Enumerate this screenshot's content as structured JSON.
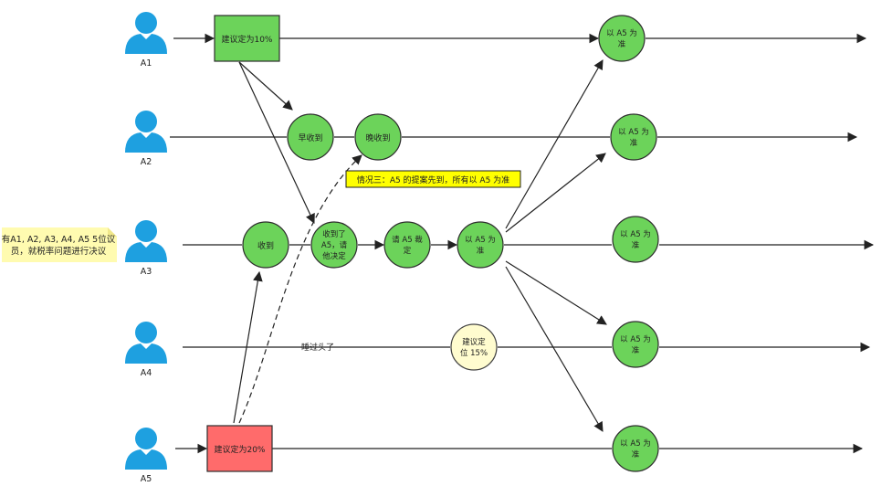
{
  "people": [
    {
      "id": "A1",
      "label": "A1"
    },
    {
      "id": "A2",
      "label": "A2"
    },
    {
      "id": "A3",
      "label": "A3"
    },
    {
      "id": "A4",
      "label": "A4"
    },
    {
      "id": "A5",
      "label": "A5"
    }
  ],
  "a1_proposal": "建议定为10%",
  "a5_proposal": "建议定为20%",
  "a2_early": "早收到",
  "a2_late": "晚收到",
  "a3_received": "收到",
  "a3_received_a5": [
    "收到了",
    "A5，请",
    "他决定"
  ],
  "a3_ask_a5": [
    "请 A5 裁",
    "定"
  ],
  "a3_follow": [
    "以 A5 为",
    "准"
  ],
  "a4_overslept": "睡过头了",
  "a4_proposal": [
    "建议定",
    "位 15%"
  ],
  "final_nodes": [
    [
      "以 A5 为",
      "准"
    ],
    [
      "以 A5 为",
      "准"
    ],
    [
      "以 A5 为",
      "准"
    ],
    [
      "以 A5 为",
      "准"
    ],
    [
      "以 A5 为",
      "准"
    ]
  ],
  "case_note": "情况三：A5 的提案先到，所有以 A5 为准",
  "sticky_note": [
    "有A1, A2, A3, A4, A5 5位议",
    "员，就税率问题进行决议"
  ],
  "colors": {
    "avatar": "#1ea0e0",
    "green": "#6cd35a",
    "red": "#ff6b6b",
    "yellow_note": "#ffff00",
    "sticky": "#fffbb0",
    "pale": "#fffccf"
  }
}
